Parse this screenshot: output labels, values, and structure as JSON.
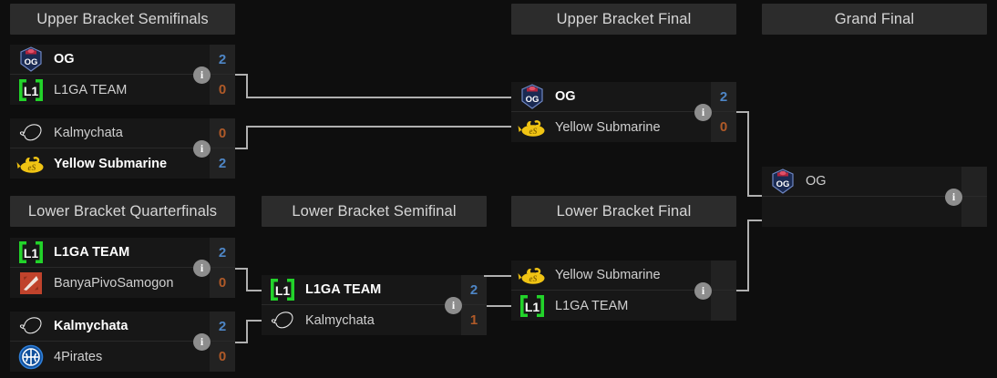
{
  "page": {
    "title": "Tournament Bracket",
    "background_color": "#0e0e0e",
    "connector_color": "#b0b0b0",
    "winner_score_color": "#4e86c6",
    "loser_score_color": "#b05a28",
    "header_bg_color": "#2c2c2c"
  },
  "rounds": [
    {
      "id": "upper-bracket-semifinals",
      "label": "Upper Bracket Semifinals"
    },
    {
      "id": "upper-bracket-final",
      "label": "Upper Bracket Final"
    },
    {
      "id": "grand-final",
      "label": "Grand Final"
    },
    {
      "id": "lower-bracket-quarterfinals",
      "label": "Lower Bracket Quarterfinals"
    },
    {
      "id": "lower-bracket-semifinal",
      "label": "Lower Bracket Semifinal"
    },
    {
      "id": "lower-bracket-final",
      "label": "Lower Bracket Final"
    }
  ],
  "matches": [
    {
      "id": "ubsf-1",
      "round": "Upper Bracket Semifinals",
      "info_label": "i",
      "top": {
        "team": "OG",
        "logo": "og-logo",
        "score": "2",
        "winner": true
      },
      "bottom": {
        "team": "L1GA TEAM",
        "logo": "l1ga-team-logo",
        "score": "0",
        "winner": false
      }
    },
    {
      "id": "ubsf-2",
      "round": "Upper Bracket Semifinals",
      "info_label": "i",
      "top": {
        "team": "Kalmychata",
        "logo": "kalmychata-logo",
        "score": "0",
        "winner": false
      },
      "bottom": {
        "team": "Yellow Submarine",
        "logo": "yellow-submarine-logo",
        "score": "2",
        "winner": true
      }
    },
    {
      "id": "ubf-1",
      "round": "Upper Bracket Final",
      "info_label": "i",
      "top": {
        "team": "OG",
        "logo": "og-logo",
        "score": "2",
        "winner": true
      },
      "bottom": {
        "team": "Yellow Submarine",
        "logo": "yellow-submarine-logo",
        "score": "0",
        "winner": false
      }
    },
    {
      "id": "gf-1",
      "round": "Grand Final",
      "info_label": "i",
      "top": {
        "team": "OG",
        "logo": "og-logo",
        "score": "",
        "winner": false
      },
      "bottom": {
        "team": "",
        "logo": "",
        "score": "",
        "winner": false
      }
    },
    {
      "id": "lbqf-1",
      "round": "Lower Bracket Quarterfinals",
      "info_label": "i",
      "top": {
        "team": "L1GA TEAM",
        "logo": "l1ga-team-logo",
        "score": "2",
        "winner": true
      },
      "bottom": {
        "team": "BanyaPivoSamogon",
        "logo": "dota2-logo",
        "score": "0",
        "winner": false
      }
    },
    {
      "id": "lbqf-2",
      "round": "Lower Bracket Quarterfinals",
      "info_label": "i",
      "top": {
        "team": "Kalmychata",
        "logo": "kalmychata-logo",
        "score": "2",
        "winner": true
      },
      "bottom": {
        "team": "4Pirates",
        "logo": "4pirates-logo",
        "score": "0",
        "winner": false
      }
    },
    {
      "id": "lbsf-1",
      "round": "Lower Bracket Semifinal",
      "info_label": "i",
      "top": {
        "team": "L1GA TEAM",
        "logo": "l1ga-team-logo",
        "score": "2",
        "winner": true
      },
      "bottom": {
        "team": "Kalmychata",
        "logo": "kalmychata-logo",
        "score": "1",
        "winner": false
      }
    },
    {
      "id": "lbf-1",
      "round": "Lower Bracket Final",
      "info_label": "i",
      "top": {
        "team": "Yellow Submarine",
        "logo": "yellow-submarine-logo",
        "score": "",
        "winner": false
      },
      "bottom": {
        "team": "L1GA TEAM",
        "logo": "l1ga-team-logo",
        "score": "",
        "winner": false
      }
    }
  ]
}
